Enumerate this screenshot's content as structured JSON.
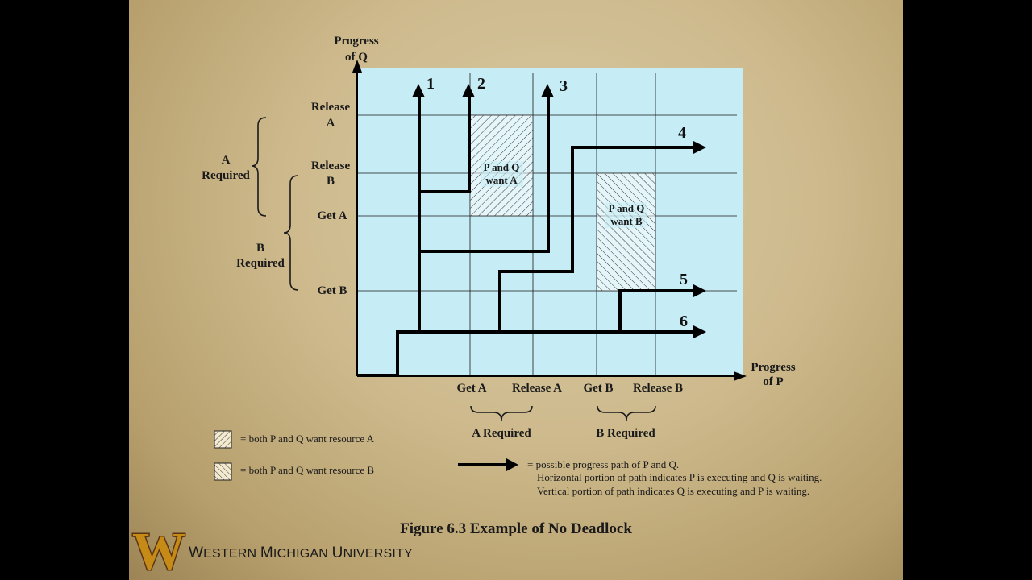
{
  "axes": {
    "y_label_line1": "Progress",
    "y_label_line2": "of Q",
    "x_label_line1": "Progress",
    "x_label_line2": "of P"
  },
  "y_ticks": {
    "release_a_line1": "Release",
    "release_a_line2": "A",
    "release_b_line1": "Release",
    "release_b_line2": "B",
    "get_a": "Get A",
    "get_b": "Get B"
  },
  "x_ticks": {
    "get_a": "Get A",
    "release_a": "Release A",
    "get_b": "Get B",
    "release_b": "Release B"
  },
  "braces": {
    "a_required_line1": "A",
    "a_required_line2": "Required",
    "b_required_line1": "B",
    "b_required_line2": "Required",
    "x_a_required": "A Required",
    "x_b_required": "B Required"
  },
  "regions": {
    "want_a_line1": "P and Q",
    "want_a_line2": "want A",
    "want_b_line1": "P and Q",
    "want_b_line2": "want B"
  },
  "paths": [
    "1",
    "2",
    "3",
    "4",
    "5",
    "6"
  ],
  "legend": {
    "hatch_a": "= both P and Q want resource A",
    "hatch_b": "= both P and Q want resource B",
    "arrow_line1": "= possible progress path of P and Q.",
    "arrow_line2": "Horizontal portion of path indicates P  is executing and Q is waiting.",
    "arrow_line3": "Vertical portion of path indicates Q is executing and P  is waiting."
  },
  "figure_title": "Figure 6.3   Example of No Deadlock",
  "university": {
    "logo_letter": "W",
    "name_w": "W",
    "name_estern": "ESTERN ",
    "name_m": "M",
    "name_ichigan": "ICHIGAN ",
    "name_u": "U",
    "name_niversity": "NIVERSITY"
  },
  "colors": {
    "plot_background": "#c6ecf5",
    "logo_gold": "#c68a16",
    "logo_brown": "#5a3514"
  }
}
